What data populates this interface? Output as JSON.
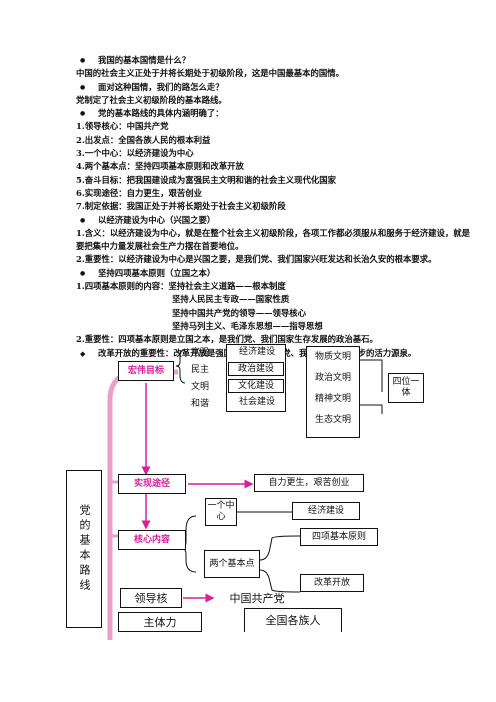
{
  "text": {
    "l1": "我国的基本国情是什么？",
    "l2": "中国的社会主义正处于并将长期处于初级阶段，这是中国最基本的国情。",
    "l3": "面对这种国情，我们的路怎么走？",
    "l4": "党制定了社会主义初级阶段的基本路线。",
    "l5": "党的基本路线的具体内涵明确了：",
    "l6": "1.领导核心：中国共产党",
    "l7": "2.出发点：全国各族人民的根本利益",
    "l8": "3.一个中心：以经济建设为中心",
    "l9": "4.两个基本点：坚持四项基本原则和改革开放",
    "l10": "5.奋斗目标：把我国建设成为富强民主文明和谐的社会主义现代化国家",
    "l11": "6.实现途径：自力更生，艰苦创业",
    "l12": "7.制定依据：我国正处于并将长期处于社会主义初级阶段",
    "l13": "以经济建设为中心（兴国之要）",
    "l14": "1.含义：以经济建设为中心，就是在整个社会主义初级阶段，各项工作都必须服从和服务于经济建设，就是要把集中力量发展社会生产力摆在首要地位。",
    "l15": "2.重要性：以经济建设为中心是兴国之要，是我们党、我们国家兴旺发达和长治久安的根本要求。",
    "l16": "坚持四项基本原则（立国之本）",
    "l17": "1.四项基本原则的内容：坚持社会主义道路——根本制度",
    "l18": "坚持人民民主专政——国家性质",
    "l19": "坚持中国共产党的领导——领导核心",
    "l20": "坚持马列主义、毛泽东思想——指导思想",
    "l21": "2.重要性：四项基本原则是立国之本，是我们党、我们国家生存发展的政治基石。",
    "l22": "改革开放的重要性：改革开放是强国之路，是我们党、我们国家发展进步的活力源泉。"
  },
  "diagram": {
    "main": "党的基本路线",
    "goal": "宏伟目标",
    "goals": [
      "富强",
      "民主",
      "文明",
      "和谐"
    ],
    "builds": [
      "经济建设",
      "政治建设",
      "文化建设",
      "社会建设"
    ],
    "civs": [
      "物质文明",
      "政治文明",
      "精神文明",
      "生态文明"
    ],
    "siwei": "四位一体",
    "path": "实现途径",
    "path_val": "自力更生，艰苦创业",
    "core": "核心内容",
    "one_center": "一个中心",
    "econ": "经济建设",
    "two_points": "两个基本点",
    "four_principles": "四项基本原则",
    "reform": "改革开放",
    "leader": "领导核",
    "leader_val": "中国共产党",
    "subject": "主体力",
    "subject_val": "全国各族人"
  }
}
